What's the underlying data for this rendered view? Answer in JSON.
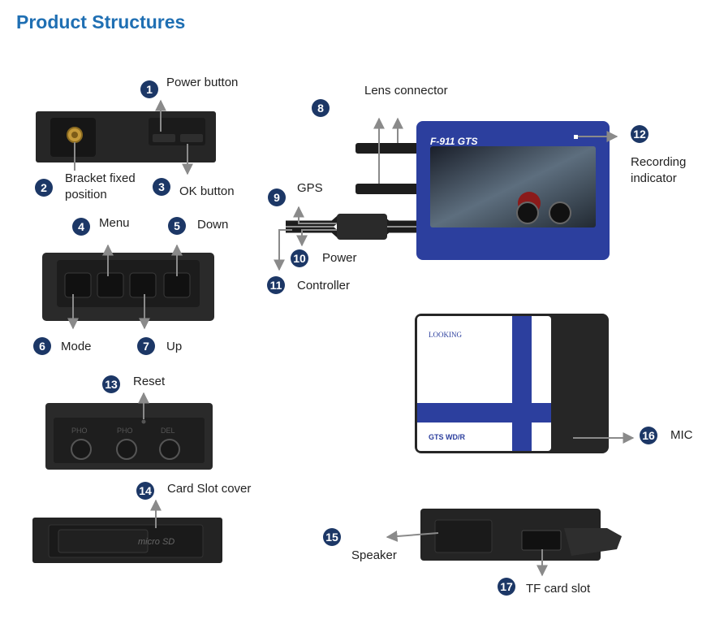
{
  "title": "Product Structures",
  "callouts": [
    {
      "num": "1",
      "label": "Power button"
    },
    {
      "num": "2",
      "label": "Bracket fixed",
      "label2": "position"
    },
    {
      "num": "3",
      "label": "OK button"
    },
    {
      "num": "4",
      "label": "Menu"
    },
    {
      "num": "5",
      "label": "Down"
    },
    {
      "num": "6",
      "label": "Mode"
    },
    {
      "num": "7",
      "label": "Up"
    },
    {
      "num": "8",
      "label": "Lens connector"
    },
    {
      "num": "9",
      "label": "GPS"
    },
    {
      "num": "10",
      "label": "Power"
    },
    {
      "num": "11",
      "label": "Controller"
    },
    {
      "num": "12",
      "label": "Recording",
      "label2": "indicator"
    },
    {
      "num": "13",
      "label": "Reset"
    },
    {
      "num": "14",
      "label": "Card Slot cover"
    },
    {
      "num": "15",
      "label": "Speaker"
    },
    {
      "num": "16",
      "label": "MIC"
    },
    {
      "num": "17",
      "label": "TF card slot"
    }
  ],
  "device_text": {
    "front_model": "F-911 GTS",
    "back_brand": "LOOKING",
    "back_model": "GTS WD/R",
    "reset_labels": [
      "PHO",
      "PHO",
      "DEL"
    ],
    "card_slot": "micro SD"
  },
  "colors": {
    "title": "#1f6fb3",
    "badge": "#1c3766",
    "device_blue": "#2c3f9e",
    "device_body": "#2a2a2a"
  }
}
